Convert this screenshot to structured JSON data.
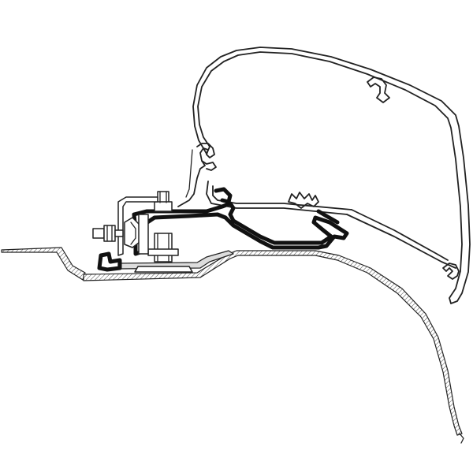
{
  "diagram": {
    "type": "technical-line-drawing",
    "subject": "awning-roof-adapter-cross-section",
    "components": [
      {
        "name": "awning-cassette-housing",
        "style": "outline"
      },
      {
        "name": "awning-mounting-rail",
        "style": "outline"
      },
      {
        "name": "adapter-bracket",
        "style": "bold-black-outline"
      },
      {
        "name": "bolt-and-nut-fastener",
        "style": "outline"
      },
      {
        "name": "vehicle-roof-panel",
        "style": "hatched"
      },
      {
        "name": "vehicle-side-wall",
        "style": "hatched"
      }
    ],
    "colors": {
      "line": "#222222",
      "bracket": "#111111",
      "background": "#ffffff"
    }
  }
}
